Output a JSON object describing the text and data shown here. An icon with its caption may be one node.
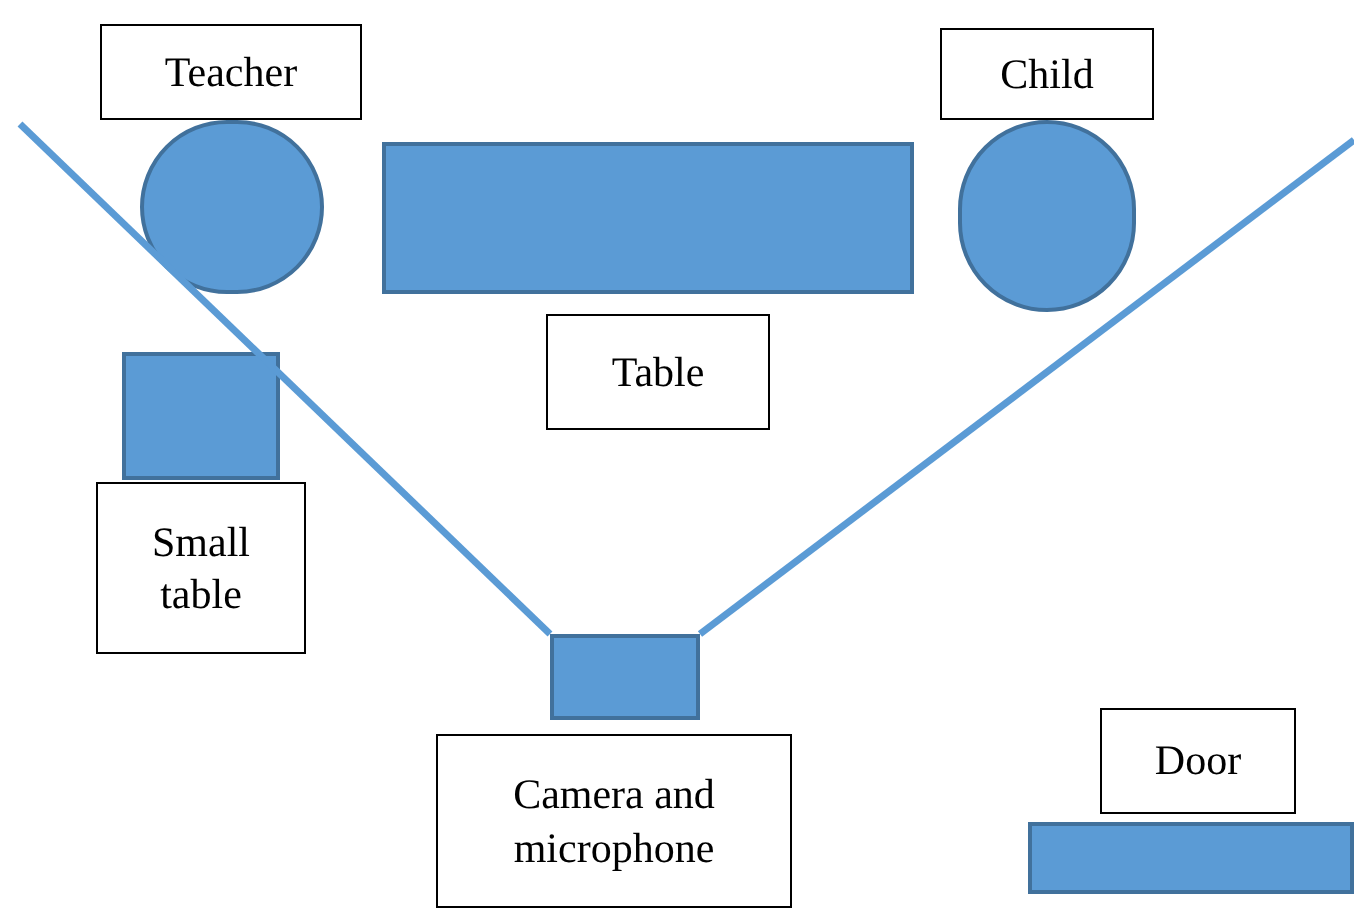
{
  "diagram": {
    "nodes": [
      {
        "text": [
          "Teacher"
        ]
      },
      {
        "text": [],
        "shape": "circle"
      },
      {
        "text": [],
        "shape": "box"
      },
      {
        "text": [
          "Child"
        ]
      },
      {
        "text": [],
        "shape": "circle"
      },
      {
        "text": [
          "Table"
        ]
      },
      {
        "text": [],
        "shape": "box"
      },
      {
        "text": [
          "Small table"
        ]
      },
      {
        "text": [],
        "shape": "box"
      },
      {
        "text": [
          "Camera and microphone"
        ]
      },
      {
        "text": [
          "Door"
        ]
      },
      {
        "text": [],
        "shape": "bar"
      }
    ],
    "edges": [
      {
        "from": 8,
        "to": null,
        "arrow": "none"
      },
      {
        "from": 8,
        "to": null,
        "arrow": "none"
      }
    ]
  }
}
